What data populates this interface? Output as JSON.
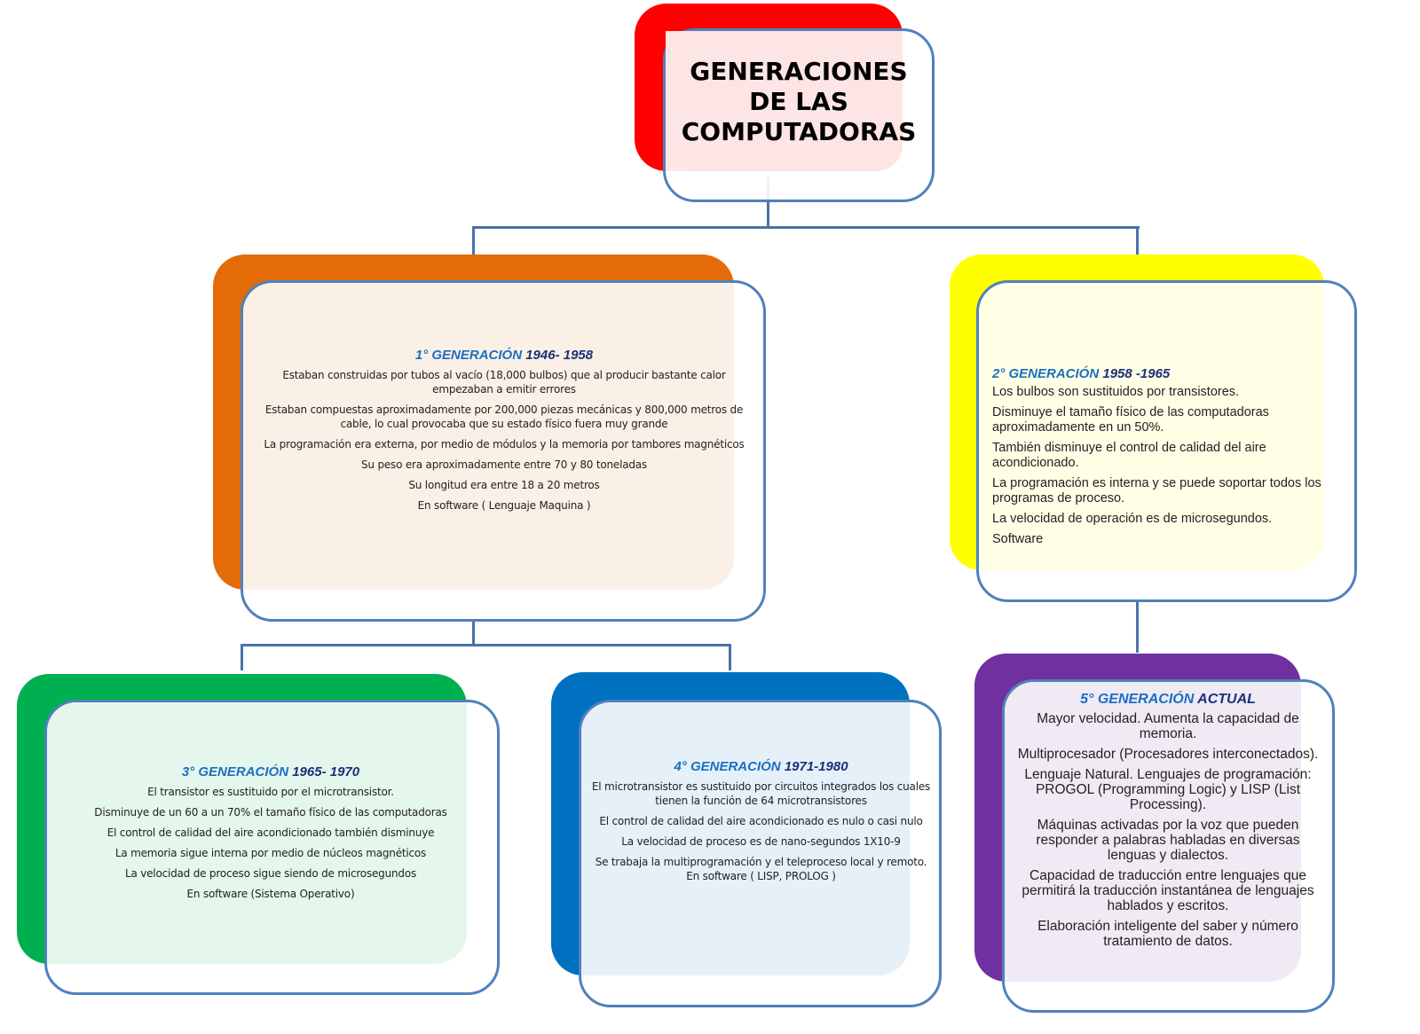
{
  "title": {
    "line1": "GENERACIONES",
    "line2": "DE LAS",
    "line3": "COMPUTADORAS",
    "back_color": "#ff0000",
    "tint_color": "#fde5e5"
  },
  "colors": {
    "border": "#4f81bd",
    "connector": "#4a72a8",
    "heading_blue": "#1a6fc2",
    "heading_navy": "#1c2f7a"
  },
  "generations": [
    {
      "label": "1° GENERACIÓN",
      "years": "1946- 1958",
      "back_color": "#e36c09",
      "tint_color": "#fbf0e6",
      "items": [
        "Estaban construidas por tubos al vacío (18,000 bulbos) que al producir bastante calor empezaban a emitir errores",
        "Estaban compuestas aproximadamente por 200,000 piezas mecánicas y 800,000 metros de cable, lo cual provocaba que su estado físico fuera muy grande",
        "La programación era externa, por medio de módulos y la memoria por tambores magnéticos",
        "Su peso era aproximadamente entre 70 y 80 toneladas",
        "Su longitud era entre 18 a 20 metros",
        "En software ( Lenguaje Maquina )"
      ]
    },
    {
      "label": "2° GENERACIÓN",
      "years": "1958 -1965",
      "back_color": "#ffff00",
      "tint_color": "#ffffe6",
      "items": [
        "Los bulbos son sustituidos por transistores.",
        "Disminuye el tamaño físico de las computadoras aproximadamente en un 50%.",
        "También disminuye el control de calidad del aire acondicionado.",
        "La programación es interna y se puede soportar todos los programas de proceso.",
        "La velocidad de operación es de microsegundos.",
        "Software"
      ]
    },
    {
      "label": "3° GENERACIÓN",
      "years": "1965- 1970",
      "back_color": "#00b050",
      "tint_color": "#e5f6ec",
      "items": [
        "El transistor es sustituido por el microtransistor.",
        "Disminuye de un 60 a un 70% el tamaño físico de las computadoras",
        "El control de calidad del aire acondicionado también disminuye",
        "La memoria sigue interna por medio de núcleos magnéticos",
        "La velocidad de proceso sigue siendo de microsegundos",
        "En software (Sistema Operativo)"
      ]
    },
    {
      "label": "4° GENERACIÓN",
      "years": "1971-1980",
      "back_color": "#0070c0",
      "tint_color": "#e5f0f9",
      "items": [
        "El microtransistor es sustituido por circuitos integrados los cuales tienen la función de 64 microtransistores",
        "El control de calidad del aire acondicionado es nulo o casi nulo",
        "La velocidad de proceso es de nano-segundos 1X10-9",
        "Se trabaja la multiprogramación y el teleproceso local y remoto. En software ( LISP, PROLOG )"
      ]
    },
    {
      "label": "5° GENERACIÓN",
      "years": "ACTUAL",
      "back_color": "#7030a0",
      "tint_color": "#f0eaf5",
      "items": [
        "Mayor velocidad.  Aumenta la capacidad de memoria.",
        "Multiprocesador (Procesadores interconectados).",
        "Lenguaje Natural. Lenguajes de programación: PROGOL (Programming Logic) y LISP (List Processing).",
        "Máquinas activadas por la voz que pueden responder a palabras habladas en diversas lenguas y dialectos.",
        "Capacidad de traducción entre lenguajes que permitirá la traducción instantánea de lenguajes hablados y escritos.",
        "Elaboración inteligente del saber y número tratamiento de datos."
      ]
    }
  ]
}
